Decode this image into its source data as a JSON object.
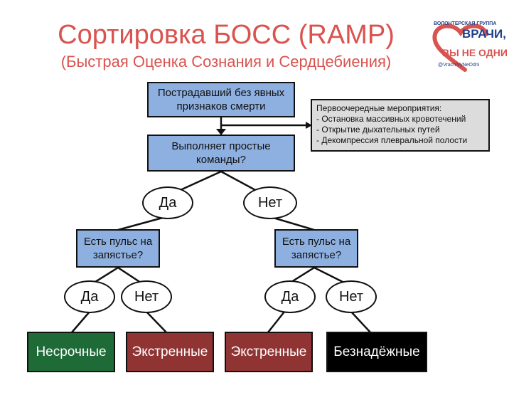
{
  "title": "Сортировка БОСС (RAMP)",
  "subtitle": "(Быстрая Оценка Сознания и Сердцебиения)",
  "logo": {
    "top_text": "ВОЛОНТЕРСКАЯ ГРУППА",
    "line1": "ВРАЧИ,",
    "line2": "ВЫ НЕ ОДНИ",
    "handle": "@VrachiVyNeOdni",
    "heart_color": "#d9534f",
    "text_color": "#1e3f8a"
  },
  "colors": {
    "question_box": "#8eb0e0",
    "note_box": "#dcdcdc",
    "non_urgent": "#1e6b37",
    "urgent": "#8f3432",
    "hopeless": "#000000",
    "title": "#d9534f"
  },
  "nodes": {
    "start": "Пострадавший без явных признаков смерти",
    "priority": {
      "heading": "Первоочередные мероприятия:",
      "items": [
        "- Остановка массивных кровотечений",
        "- Открытие дыхательных путей",
        "- Декомпрессия плевральной полости"
      ]
    },
    "commands": "Выполняет простые команды?",
    "yes": "Да",
    "no": "Нет",
    "pulse_left": "Есть пульс на запястье?",
    "pulse_right": "Есть пульс на запястье?",
    "left_yes": "Да",
    "left_no": "Нет",
    "right_yes": "Да",
    "right_no": "Нет",
    "result_1": "Несрочные",
    "result_2": "Экстренные",
    "result_3": "Экстренные",
    "result_4": "Безнадёжные"
  }
}
